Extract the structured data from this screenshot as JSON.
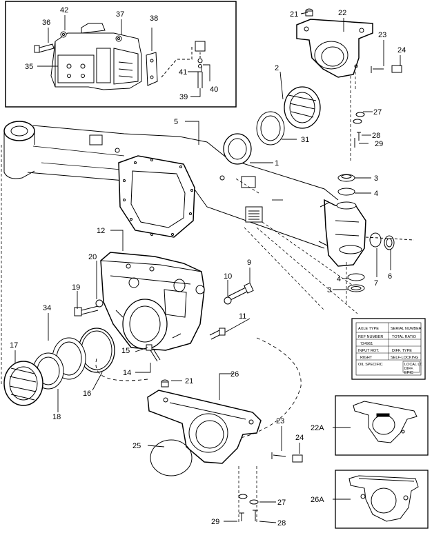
{
  "callouts": {
    "n1": "1",
    "n2": "2",
    "n3": "3",
    "n3b": "3",
    "n4": "4",
    "n4b": "4",
    "n5": "5",
    "n6": "6",
    "n7": "7",
    "n9": "9",
    "n10": "10",
    "n11": "11",
    "n12": "12",
    "n14": "14",
    "n15": "15",
    "n16": "16",
    "n17": "17",
    "n18": "18",
    "n19": "19",
    "n20": "20",
    "n21": "21",
    "n21b": "21",
    "n22": "22",
    "n22a": "22A",
    "n23": "23",
    "n23b": "23",
    "n24": "24",
    "n24b": "24",
    "n25": "25",
    "n26": "26",
    "n26a": "26A",
    "n27": "27",
    "n27b": "27",
    "n28": "28",
    "n28b": "28",
    "n29": "29",
    "n29b": "29",
    "n31": "31",
    "n34": "34",
    "n35": "35",
    "n36": "36",
    "n37": "37",
    "n38": "38",
    "n39": "39",
    "n40": "40",
    "n41": "41",
    "n42": "42"
  },
  "plate": {
    "axle_type": "AXLE TYPE",
    "serial_number": "SERIAL NUMBER",
    "ref_number": "REF NUMBER",
    "total_ratio": "TOTAL RATIO",
    "ref_value": "724961",
    "input_rot": "INPUT ROT.",
    "diff_type": "DIFF. TYPE",
    "right": "RIGHT",
    "self_locking": "SELF-LOCKING",
    "oil_specific": "OIL SPECIFIC",
    "local_lt": "LOCAL LT.",
    "diff": "DIFF.",
    "epic": "EPIC"
  }
}
